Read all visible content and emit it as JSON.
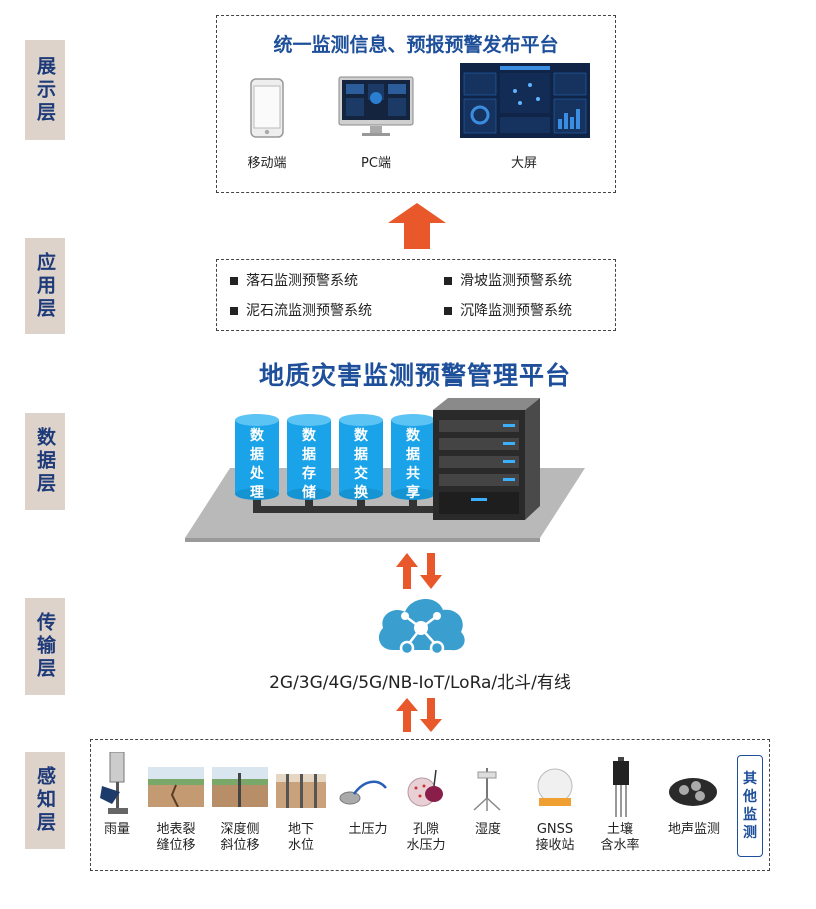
{
  "layers": {
    "display": "展示层",
    "application": "应用层",
    "data": "数据层",
    "transport": "传输层",
    "perception": "感知层"
  },
  "display": {
    "title": "统一监测信息、预报预警发布平台",
    "devices": [
      "移动端",
      "PC端",
      "大屏"
    ]
  },
  "application": {
    "systems": [
      "落石监测预警系统",
      "滑坡监测预警系统",
      "泥石流监测预警系统",
      "沉降监测预警系统"
    ]
  },
  "platform": {
    "title": "地质灾害监测预警管理平台",
    "cylinders": [
      [
        "数",
        "据",
        "处",
        "理"
      ],
      [
        "数",
        "据",
        "存",
        "储"
      ],
      [
        "数",
        "据",
        "交",
        "换"
      ],
      [
        "数",
        "据",
        "共",
        "享"
      ]
    ]
  },
  "transport": {
    "protocols": "2G/3G/4G/5G/NB-IoT/LoRa/北斗/有线"
  },
  "perception": {
    "sensors": [
      [
        "雨量"
      ],
      [
        "地表裂",
        "缝位移"
      ],
      [
        "深度侧",
        "斜位移"
      ],
      [
        "地下",
        "水位"
      ],
      [
        "土压力"
      ],
      [
        "孔隙",
        "水压力"
      ],
      [
        "湿度"
      ],
      [
        "GNSS",
        "接收站"
      ],
      [
        "土壤",
        "含水率"
      ],
      [
        "地声监测"
      ]
    ],
    "other": [
      "其",
      "他",
      "监",
      "测"
    ]
  },
  "colors": {
    "arrow": "#e8582a",
    "cylinder": "#1aa3e8",
    "title": "#1e4f9a",
    "layer_bg": "#ddd3cb",
    "cloud": "#3a9fcf"
  }
}
